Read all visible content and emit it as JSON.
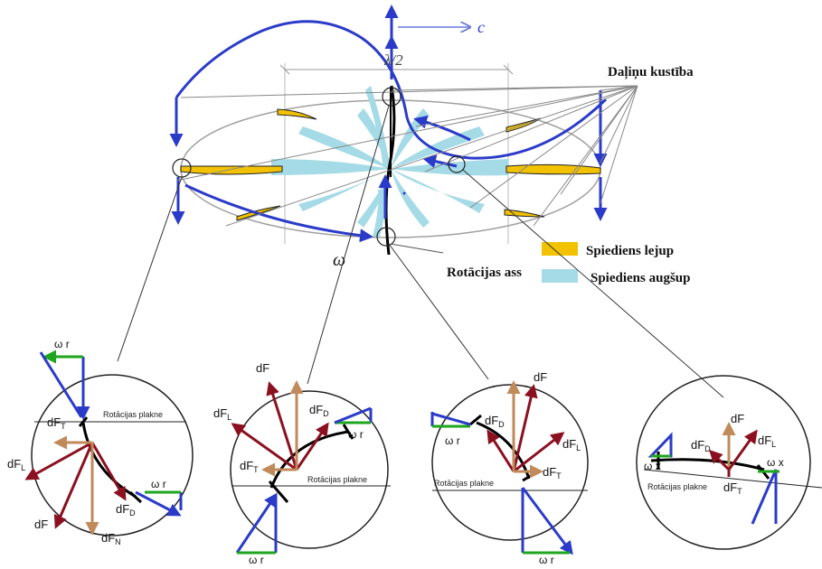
{
  "colors": {
    "blue": "#2b3bc9",
    "darkred": "#8b1020",
    "tan": "#c08a5a",
    "green": "#1ea61e",
    "yellow": "#f2c200",
    "lightblue": "#a5dbe6",
    "gray": "#888888",
    "black": "#000000"
  },
  "labels": {
    "c": "c",
    "lambda2": "λ/2",
    "motion": "Daļiņu kustība",
    "omega": "ω",
    "axis": "Rotācijas ass",
    "legend_down": "Spiediens lejup",
    "legend_up": "Spiediens augšup",
    "plane": "Rotācijas plakne",
    "dF": "dF",
    "dF_sub_L": "L",
    "dF_sub_T": "T",
    "dF_sub_D": "D",
    "dF_sub_N": "N",
    "omega_r": "ω r",
    "omega_x": "ω x"
  }
}
